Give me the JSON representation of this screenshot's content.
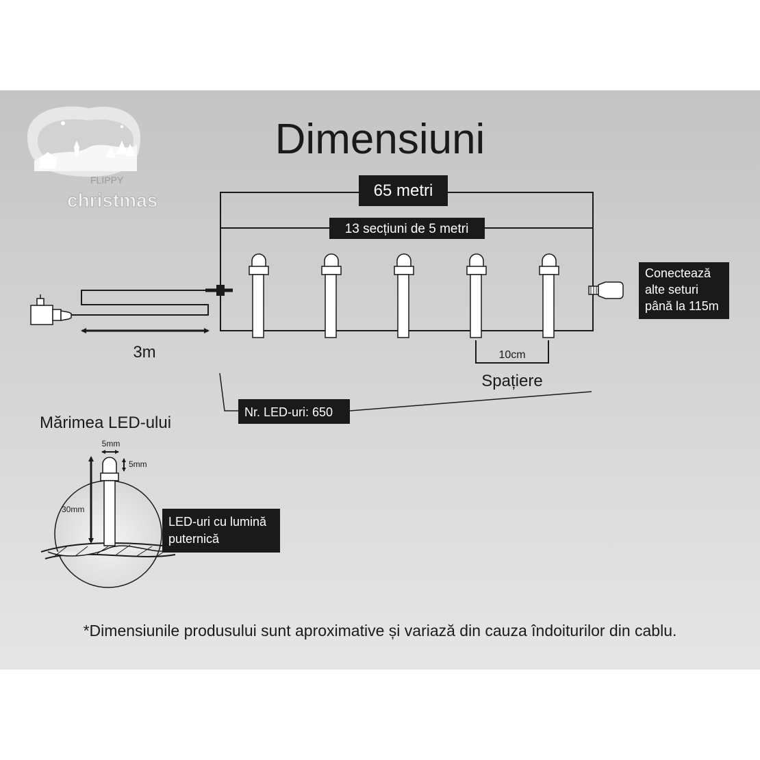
{
  "title": "Dimensiuni",
  "logo": {
    "brand": "FLIPPY",
    "sub": "christmas"
  },
  "total_length_label": "65 metri",
  "sections_label": "13 secțiuni de 5 metri",
  "connect_label": {
    "line1": "Conectează",
    "line2": "alte seturi",
    "line3": "până la 115m"
  },
  "lead_cable_label": "3m",
  "spacing": {
    "value_label": "10cm",
    "caption": "Spațiere"
  },
  "led_count_label": "Nr. LED-uri: 650",
  "led_size": {
    "heading": "Mărimea LED-ului",
    "width_label": "5mm",
    "height_label": "5mm",
    "length_label": "30mm",
    "callout_line1": "LED-uri cu lumină",
    "callout_line2": "puternică"
  },
  "footnote": "*Dimensiunile produsului sunt aproximative și variază din cauza îndoiturilor din cablu.",
  "colors": {
    "background_top": "#c4c4c4",
    "background_bottom": "#e6e6e6",
    "label_box": "#1a1a1a",
    "line": "#1a1a1a"
  }
}
